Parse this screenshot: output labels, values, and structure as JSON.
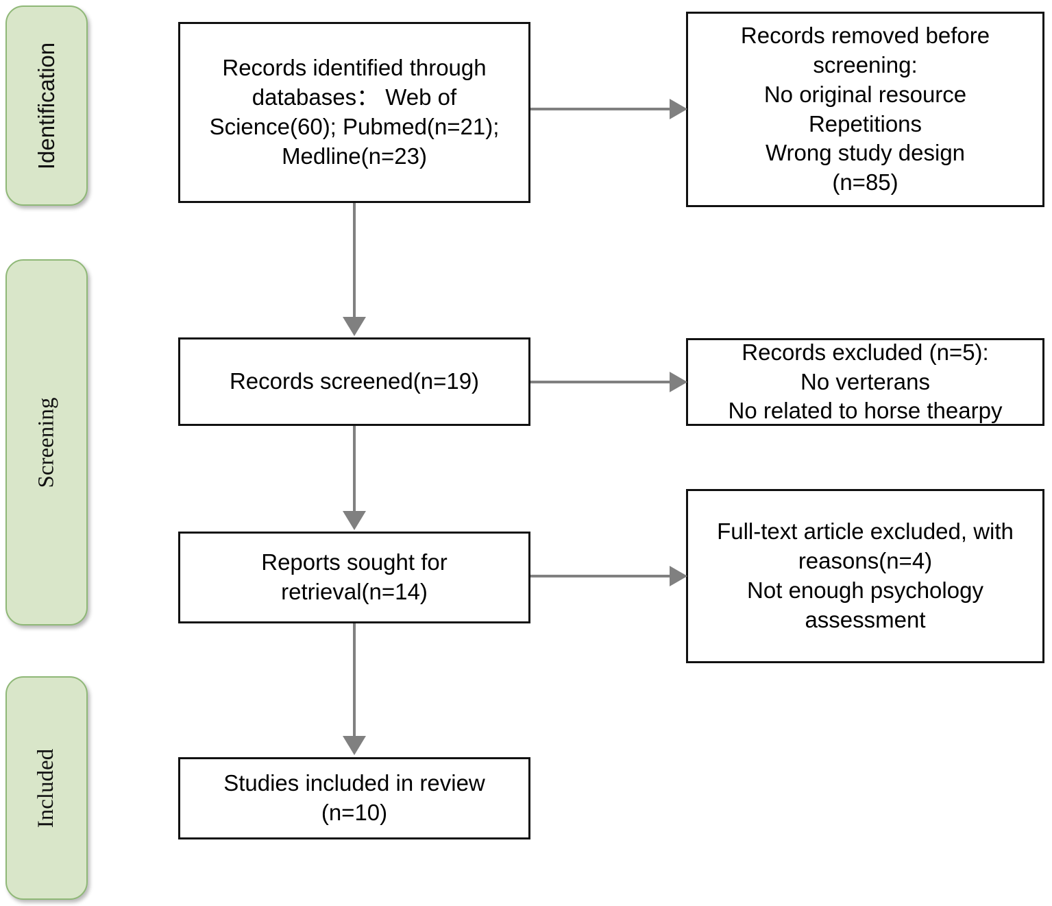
{
  "diagram": {
    "type": "prisma-flow-diagram",
    "background_color": "#ffffff",
    "stage_fill_color": "#d9e6c9",
    "stage_border_color": "#8fb877",
    "box_border_color": "#111111",
    "connector_color": "#808080"
  },
  "stages": [
    {
      "id": "identification",
      "label": "Identification"
    },
    {
      "id": "screening",
      "label": "Screening"
    },
    {
      "id": "included",
      "label": "Included"
    }
  ],
  "boxes": {
    "identified": {
      "lines": [
        "Records identified through",
        "databases：  Web of",
        "Science(60); Pubmed(n=21);",
        "Medline(n=23)"
      ]
    },
    "removed": {
      "lines": [
        "Records removed before",
        "screening:",
        "No original resource",
        "Repetitions",
        "Wrong study design",
        "(n=85)"
      ]
    },
    "screened": {
      "lines": [
        "Records screened(n=19)"
      ]
    },
    "excluded": {
      "lines": [
        "Records excluded (n=5):",
        "No verterans",
        "No related to horse thearpy"
      ]
    },
    "reports": {
      "lines": [
        "Reports sought for",
        "retrieval(n=14)"
      ]
    },
    "fulltext": {
      "lines": [
        "Full-text article excluded, with",
        "reasons(n=4)",
        "Not enough psychology",
        "assessment"
      ]
    },
    "included": {
      "lines": [
        "Studies included in review",
        "(n=10)"
      ]
    }
  },
  "counts": {
    "web_of_science": 60,
    "pubmed": 21,
    "medline": 23,
    "removed_before_screening": 85,
    "records_screened": 19,
    "records_excluded": 5,
    "reports_sought_for_retrieval": 14,
    "full_text_excluded": 4,
    "studies_included": 10
  },
  "connectors": [
    {
      "id": "identified-to-removed",
      "direction": "right"
    },
    {
      "id": "screened-to-excluded",
      "direction": "right"
    },
    {
      "id": "reports-to-fulltext",
      "direction": "right"
    },
    {
      "id": "identified-to-screened",
      "direction": "down"
    },
    {
      "id": "screened-to-reports",
      "direction": "down"
    },
    {
      "id": "reports-to-included",
      "direction": "down"
    }
  ]
}
